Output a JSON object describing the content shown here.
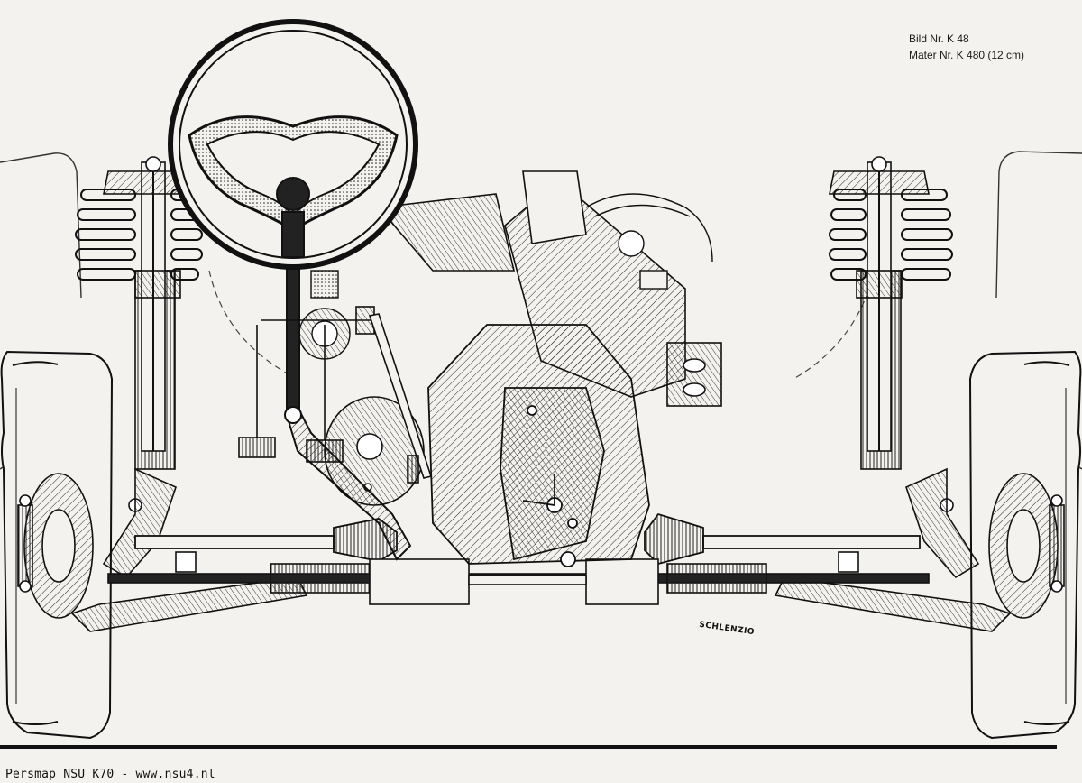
{
  "caption": {
    "line1": "Bild Nr. K 48",
    "line2": "Mater Nr. K 480 (12 cm)"
  },
  "signature": "SCHLENZIO",
  "footer": "Persmap NSU K70 - www.nsu4.nl",
  "colors": {
    "paper": "#f4f2ee",
    "ink": "#111111"
  }
}
